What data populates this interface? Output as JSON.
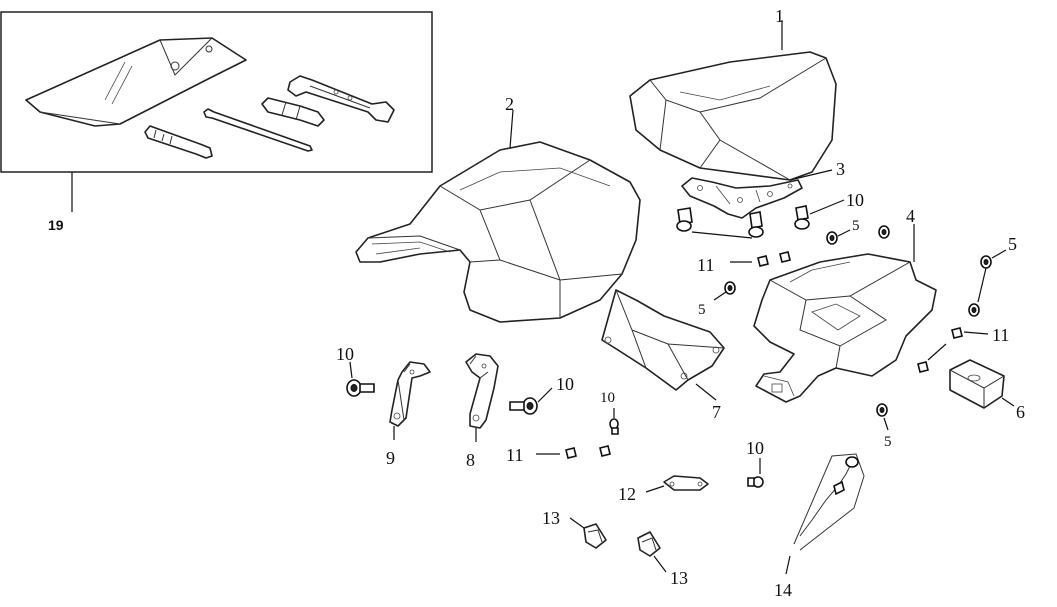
{
  "callouts": {
    "c1": "1",
    "c2": "2",
    "c3": "3",
    "c4": "4",
    "c5a": "5",
    "c5b": "5",
    "c5c": "5",
    "c5d": "5",
    "c6": "6",
    "c7": "7",
    "c8": "8",
    "c9": "9",
    "c10a": "10",
    "c10b": "10",
    "c10c": "10",
    "c10d": "10",
    "c10e": "10",
    "c11a": "11",
    "c11b": "11",
    "c11c": "11",
    "c12": "12",
    "c13a": "13",
    "c13b": "13",
    "c14": "14",
    "c19": "19"
  }
}
